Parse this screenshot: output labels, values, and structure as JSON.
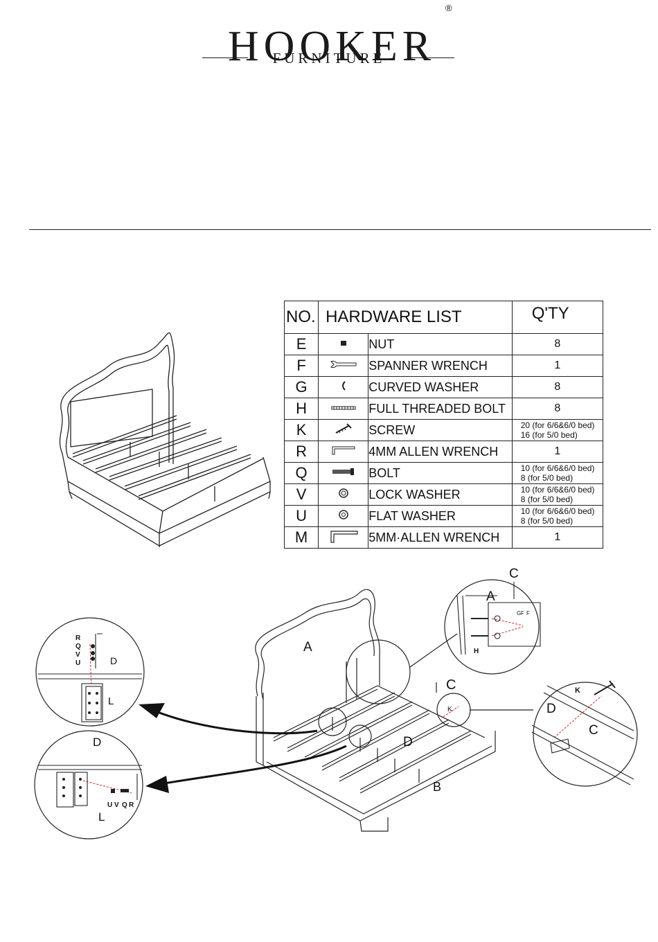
{
  "brand": {
    "name": "HOOKER",
    "registered": "®",
    "subtitle": "FURNITURE"
  },
  "hardware_table": {
    "headers": {
      "no": "NO.",
      "list": "HARDWARE LIST",
      "qty": "Q'TY"
    },
    "rows": [
      {
        "code": "E",
        "icon": "nut-icon",
        "name": "NUT",
        "qty": "8"
      },
      {
        "code": "F",
        "icon": "spanner-wrench-icon",
        "name": "SPANNER WRENCH",
        "qty": "1"
      },
      {
        "code": "G",
        "icon": "curved-washer-icon",
        "name": "CURVED WASHER",
        "qty": "8"
      },
      {
        "code": "H",
        "icon": "threaded-bolt-icon",
        "name": "FULL THREADED BOLT",
        "qty": "8"
      },
      {
        "code": "K",
        "icon": "screw-icon",
        "name": "SCREW",
        "qty_lines": [
          "20 (for 6/6&6/0 bed)",
          "16 (for 5/0 bed)"
        ]
      },
      {
        "code": "R",
        "icon": "allen-wrench-icon",
        "name": "4MM ALLEN WRENCH",
        "qty": "1"
      },
      {
        "code": "Q",
        "icon": "bolt-icon",
        "name": "BOLT",
        "qty_lines": [
          "10 (for 6/6&6/0 bed)",
          "8  (for 5/0 bed)"
        ]
      },
      {
        "code": "V",
        "icon": "lock-washer-icon",
        "name": "LOCK WASHER",
        "qty_lines": [
          "10 (for 6/6&6/0 bed)",
          "8  (for 5/0 bed)"
        ]
      },
      {
        "code": "U",
        "icon": "flat-washer-icon",
        "name": "FLAT WASHER",
        "qty_lines": [
          "10 (for 6/6&6/0 bed)",
          "8  (for 5/0 bed)"
        ]
      },
      {
        "code": "M",
        "icon": "allen-wrench-large-icon",
        "name": "5MM·ALLEN WRENCH",
        "qty": "1"
      }
    ]
  },
  "diagram_labels": {
    "headboard": "A",
    "footboard": "B",
    "rail": "C",
    "slat": "D",
    "bracket": "L",
    "bolt_h": "H",
    "screw_k": "K",
    "g": "G",
    "f": "F",
    "r": "R",
    "q": "Q",
    "v": "V",
    "u": "U"
  }
}
